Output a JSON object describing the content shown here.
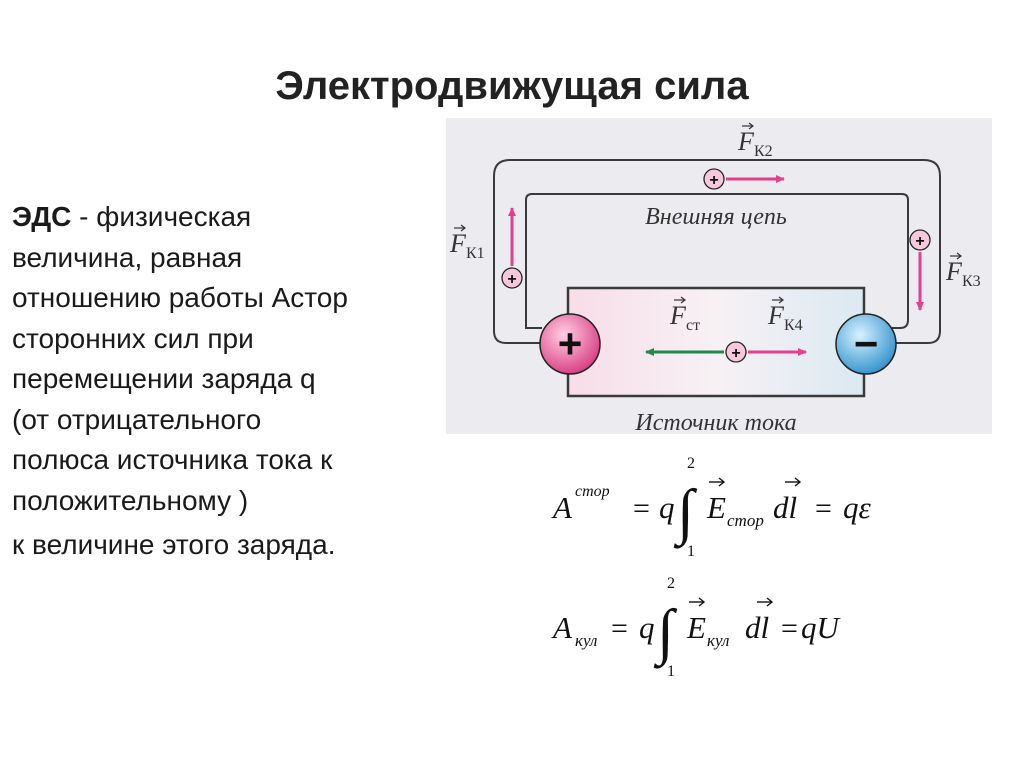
{
  "slide": {
    "title": "Электродвижущая сила",
    "paragraph": {
      "term": "ЭДС",
      "dash": " - ",
      "line1": "физическая",
      "line2": "величина, равная",
      "line3": "отношению работы Астор",
      "line4": "сторонних сил при",
      "line5": "перемещении заряда q",
      "line6": "(от отрицательного",
      "line7": "полюса источника тока к",
      "line8": "положительному )",
      "line9": "к величине этого заряда."
    }
  },
  "diagram": {
    "external_circuit_label": "Внешняя цепь",
    "source_label": "Источник тока",
    "plus_terminal": "+",
    "minus_terminal": "−",
    "charge_sign": "+",
    "forces": {
      "fk1": {
        "letter": "F",
        "sub": "К1"
      },
      "fk2": {
        "letter": "F",
        "sub": "К2"
      },
      "fk3": {
        "letter": "F",
        "sub": "К3"
      },
      "fk4": {
        "letter": "F",
        "sub": "К4"
      },
      "fst": {
        "letter": "F",
        "sub": "ст"
      }
    },
    "colors": {
      "frame_bg": "#ececf0",
      "circuit": "#3a3a3a",
      "source_fill": "#f4e6ec",
      "arrow_pink": "#e0408c",
      "arrow_green": "#1f8a4c",
      "plus_terminal": "#e04d8e",
      "minus_terminal": "#3aa6dc"
    }
  },
  "formulas": {
    "f1": {
      "A": "A",
      "A_sup": "стор",
      "eq": "=",
      "q": "q",
      "upper": "2",
      "lower": "1",
      "integral": "∫",
      "E": "E",
      "E_sub": "стор",
      "dl": "dl",
      "eq2": "=",
      "rhs": "qε"
    },
    "f2": {
      "A": "A",
      "A_sub": "кул",
      "eq": "=",
      "q": "q",
      "upper": "2",
      "lower": "1",
      "integral": "∫",
      "E": "E",
      "E_sub": "кул",
      "dl": "dl",
      "eq2": "=",
      "rhs": "qU"
    }
  }
}
